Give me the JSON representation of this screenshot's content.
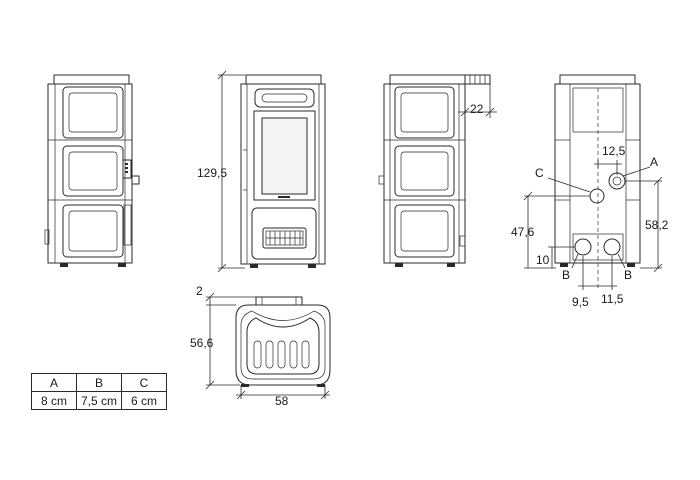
{
  "dimensions": {
    "height": "129,5",
    "side_offset": "22",
    "top_spacing": "12,5",
    "rear_height_left": "47,6",
    "rear_height_right": "58,2",
    "rear_bottom": "10",
    "spacing_left": "9,5",
    "spacing_right": "11,5",
    "depth": "56,6",
    "width": "58",
    "top_offset": "2"
  },
  "rear_labels": {
    "a": "A",
    "b_left": "B",
    "b_right": "B",
    "c": "C"
  },
  "connection_table": {
    "headers": [
      "A",
      "B",
      "C"
    ],
    "values": [
      "8 cm",
      "7,5 cm",
      "6 cm"
    ]
  }
}
